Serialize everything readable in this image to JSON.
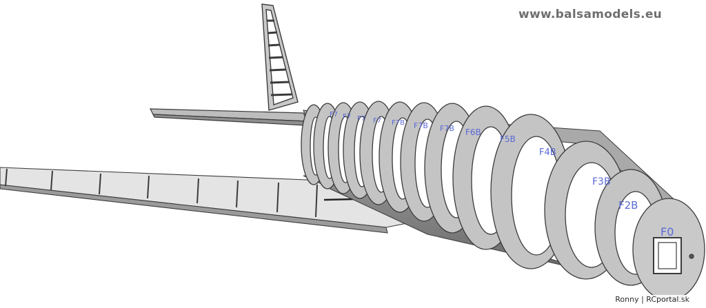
{
  "watermark": "www.balsamodels.eu",
  "credit": "Ronny | RCportal.sk",
  "former_labels": [
    "F0",
    "F2B",
    "F3B",
    "F4B",
    "F5B",
    "F6B",
    "F7B",
    "F7B",
    "F7B",
    "F7",
    "F7",
    "F7",
    "F7"
  ],
  "colors": {
    "background": "#ffffff",
    "balsa_face": "#c4c4c4",
    "balsa_edge": "#8c8c8c",
    "outline": "#3a3a3a",
    "label": "#5b6ad6"
  }
}
